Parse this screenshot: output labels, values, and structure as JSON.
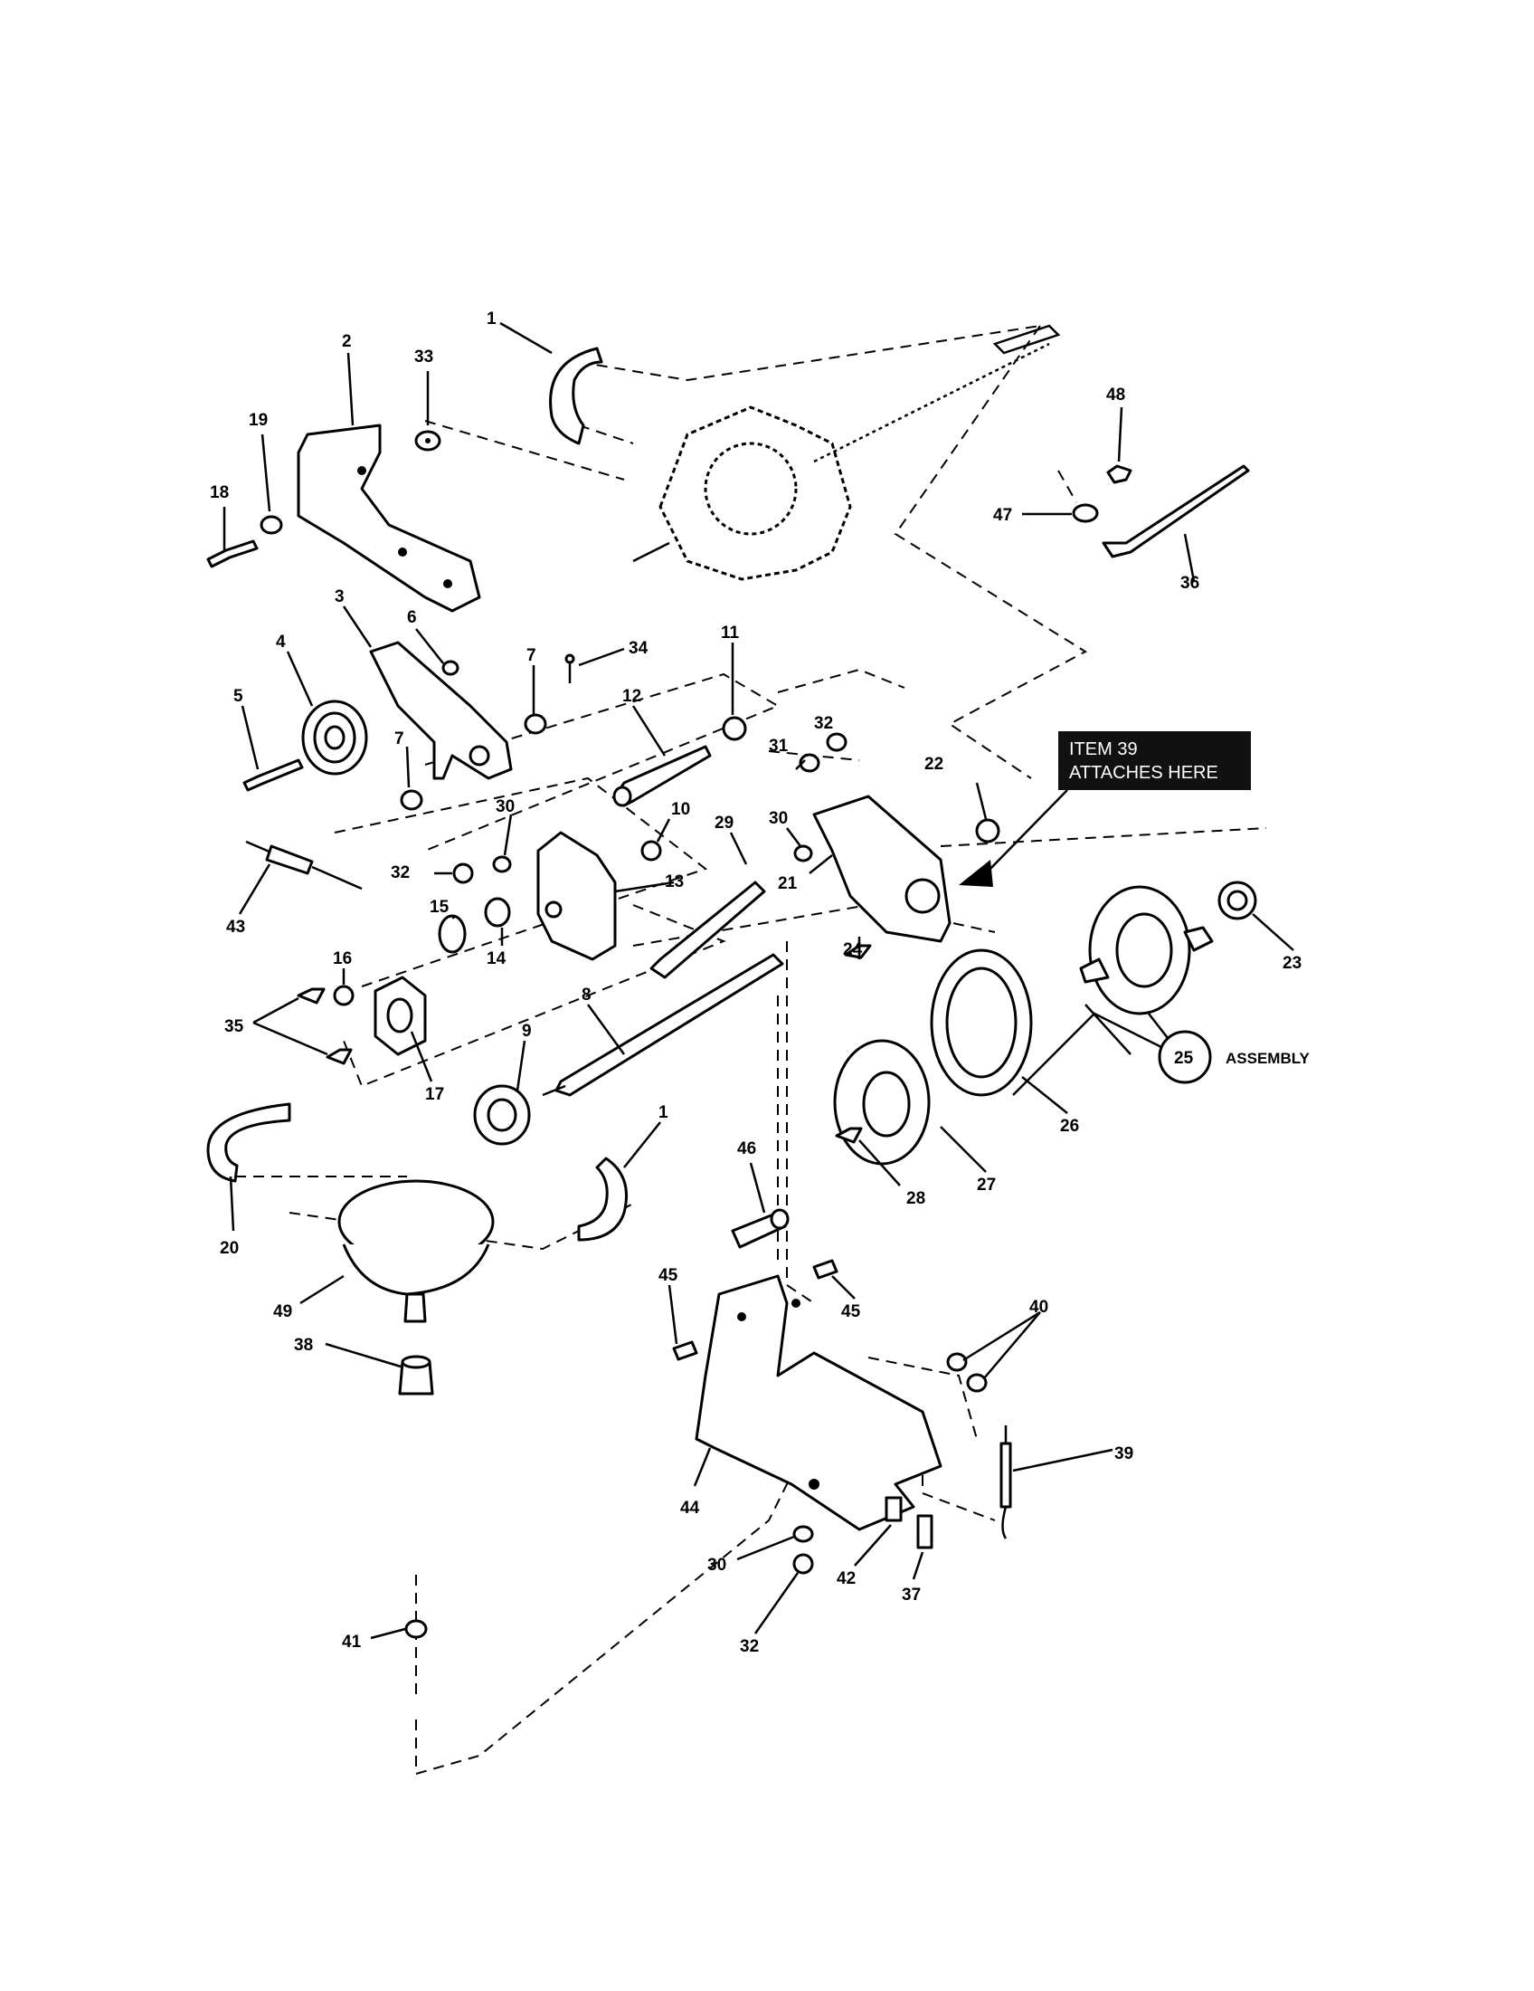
{
  "callouts": [
    {
      "id": "c1a",
      "label": "1"
    },
    {
      "id": "c2",
      "label": "2"
    },
    {
      "id": "c33",
      "label": "33"
    },
    {
      "id": "c19",
      "label": "19"
    },
    {
      "id": "c18",
      "label": "18"
    },
    {
      "id": "c48",
      "label": "48"
    },
    {
      "id": "c47",
      "label": "47"
    },
    {
      "id": "c36",
      "label": "36"
    },
    {
      "id": "c3",
      "label": "3"
    },
    {
      "id": "c6",
      "label": "6"
    },
    {
      "id": "c4",
      "label": "4"
    },
    {
      "id": "c5",
      "label": "5"
    },
    {
      "id": "c7a",
      "label": "7"
    },
    {
      "id": "c7b",
      "label": "7"
    },
    {
      "id": "c34",
      "label": "34"
    },
    {
      "id": "c11",
      "label": "11"
    },
    {
      "id": "c12",
      "label": "12"
    },
    {
      "id": "c32a",
      "label": "32"
    },
    {
      "id": "c31",
      "label": "31"
    },
    {
      "id": "c22",
      "label": "22"
    },
    {
      "id": "c30a",
      "label": "30"
    },
    {
      "id": "c10",
      "label": "10"
    },
    {
      "id": "c29",
      "label": "29"
    },
    {
      "id": "c30b",
      "label": "30"
    },
    {
      "id": "c32b",
      "label": "32"
    },
    {
      "id": "c13",
      "label": "13"
    },
    {
      "id": "c21",
      "label": "21"
    },
    {
      "id": "c43",
      "label": "43"
    },
    {
      "id": "c15",
      "label": "15"
    },
    {
      "id": "c14",
      "label": "14"
    },
    {
      "id": "c24",
      "label": "24"
    },
    {
      "id": "c23",
      "label": "23"
    },
    {
      "id": "c16",
      "label": "16"
    },
    {
      "id": "c35",
      "label": "35"
    },
    {
      "id": "c8",
      "label": "8"
    },
    {
      "id": "c9",
      "label": "9"
    },
    {
      "id": "c17",
      "label": "17"
    },
    {
      "id": "c1b",
      "label": "1"
    },
    {
      "id": "c26",
      "label": "26"
    },
    {
      "id": "c27",
      "label": "27"
    },
    {
      "id": "c28",
      "label": "28"
    },
    {
      "id": "c25",
      "label": "25"
    },
    {
      "id": "c20",
      "label": "20"
    },
    {
      "id": "c49",
      "label": "49"
    },
    {
      "id": "c46",
      "label": "46"
    },
    {
      "id": "c45a",
      "label": "45"
    },
    {
      "id": "c45b",
      "label": "45"
    },
    {
      "id": "c40",
      "label": "40"
    },
    {
      "id": "c38",
      "label": "38"
    },
    {
      "id": "c39",
      "label": "39"
    },
    {
      "id": "c44",
      "label": "44"
    },
    {
      "id": "c30c",
      "label": "30"
    },
    {
      "id": "c42",
      "label": "42"
    },
    {
      "id": "c37",
      "label": "37"
    },
    {
      "id": "c32c",
      "label": "32"
    },
    {
      "id": "c41",
      "label": "41"
    }
  ],
  "note": {
    "line1": "ITEM 39",
    "line2": "ATTACHES HERE"
  },
  "assembly_label": "ASSEMBLY"
}
